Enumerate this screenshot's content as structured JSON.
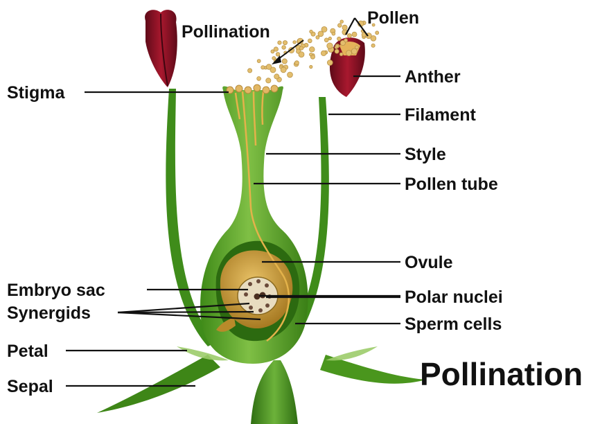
{
  "diagram": {
    "title": "Pollination",
    "colors": {
      "plant_green": "#4e9a1f",
      "plant_dark": "#2f6e12",
      "plant_light": "#86c24a",
      "anther_red": "#8a1224",
      "pollen_gold": "#d9a84a",
      "ovule_gold": "#c99a32"
    },
    "labels": {
      "pollination_arrow": "Pollination",
      "pollen": "Pollen",
      "stigma": "Stigma",
      "anther": "Anther",
      "filament": "Filament",
      "style": "Style",
      "pollen_tube": "Pollen tube",
      "ovule": "Ovule",
      "embryo_sac": "Embryo sac",
      "polar_nuclei": "Polar nuclei",
      "synergids": "Synergids",
      "sperm_cells": "Sperm cells",
      "petal": "Petal",
      "sepal": "Sepal"
    }
  }
}
